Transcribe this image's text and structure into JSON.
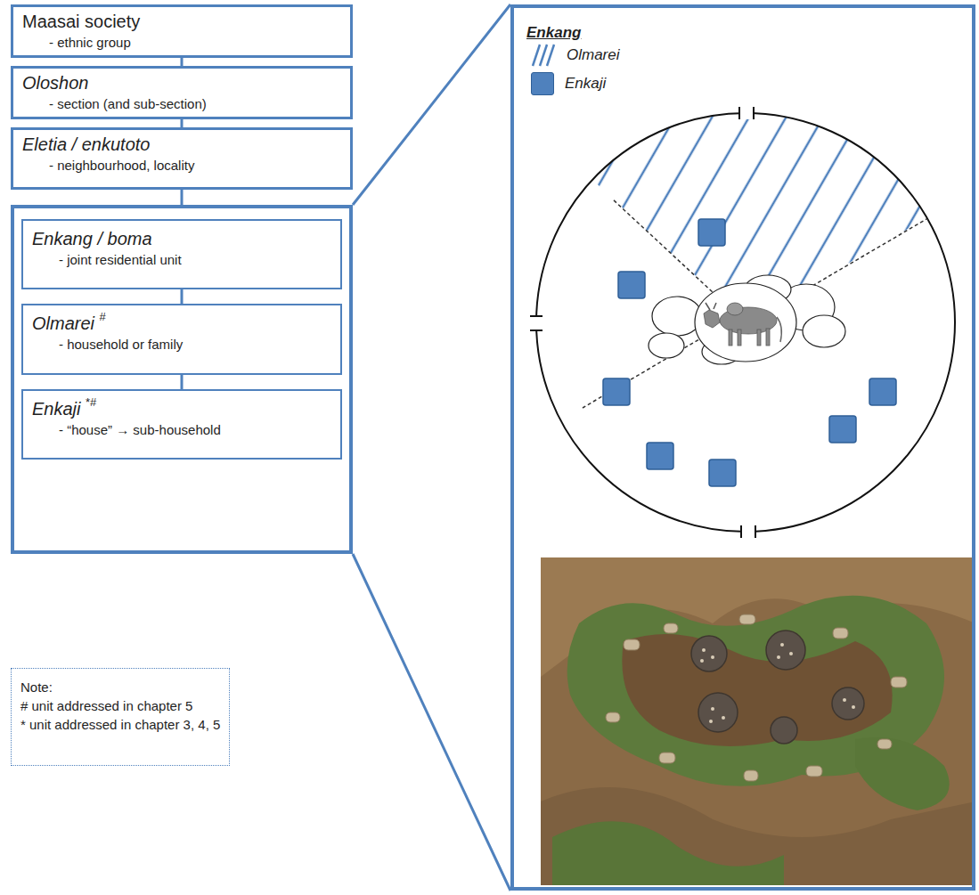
{
  "diagram": {
    "nodes": [
      {
        "text": [
          "Maasai society",
          "- ethnic group"
        ]
      },
      {
        "text": [
          "Oloshon",
          "- section (and sub-section)"
        ]
      },
      {
        "text": [
          "Eletia / enkutoto",
          "- neighbourhood, locality"
        ]
      },
      {
        "text": []
      },
      {
        "text": [
          "Enkang / boma",
          "- joint residential unit"
        ],
        "in": 3
      },
      {
        "text": [
          "Olmarei",
          "#",
          "- household or family"
        ],
        "in": 3
      },
      {
        "text": [
          "Enkaji",
          "*#",
          "- “house” → sub-household"
        ],
        "in": 3
      },
      {
        "text": [
          "Note:",
          "# unit addressed in chapter 5",
          "* unit addressed in chapter 3, 4, 5"
        ]
      },
      {
        "text": [
          "Enkang"
        ]
      }
    ],
    "edges": [
      {
        "from": 0,
        "to": 1,
        "arrow": "none"
      },
      {
        "from": 1,
        "to": 2,
        "arrow": "none"
      },
      {
        "from": 2,
        "to": 3,
        "arrow": "none"
      },
      {
        "from": 4,
        "to": 5,
        "arrow": "none"
      },
      {
        "from": 5,
        "to": 6,
        "arrow": "none"
      },
      {
        "from": 3,
        "to": 8,
        "arrow": "none"
      },
      {
        "from": 3,
        "to": 8,
        "arrow": "none"
      }
    ],
    "legend": [
      {
        "text": "Olmarei"
      },
      {
        "text": "Enkaji",
        "color": "#4f81bd"
      }
    ]
  }
}
